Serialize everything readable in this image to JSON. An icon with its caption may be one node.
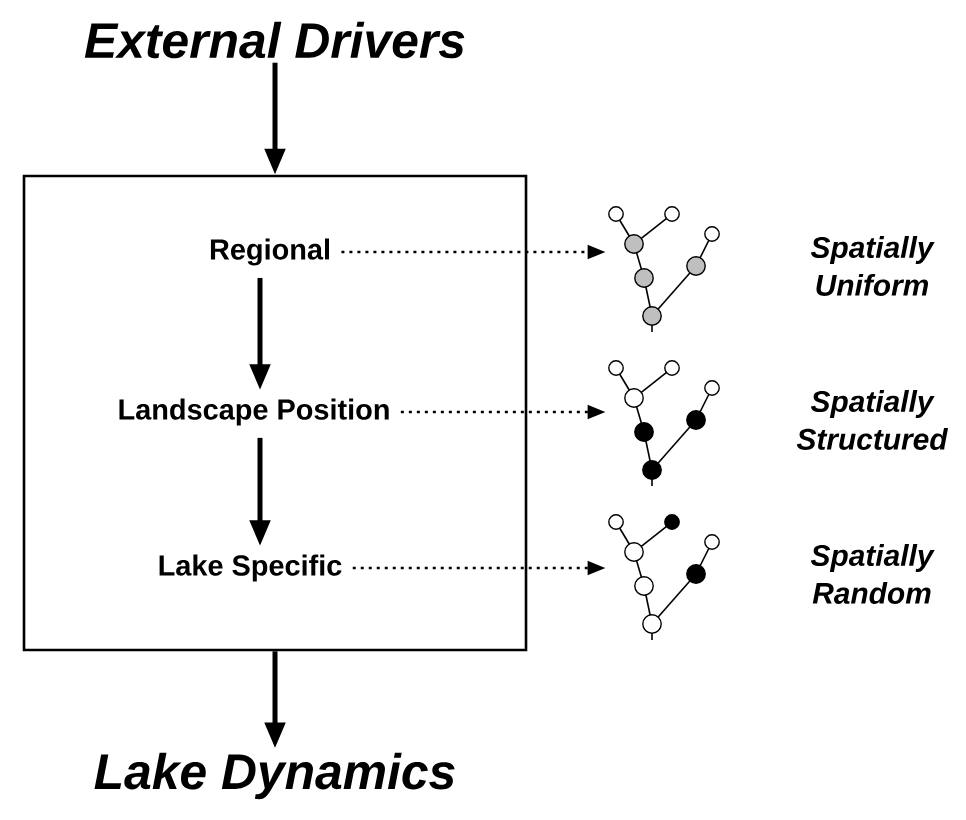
{
  "diagram": {
    "nodes": [
      {
        "text": [
          "External Drivers"
        ]
      },
      {
        "text": [],
        "shape": "box"
      },
      {
        "text": [
          "Regional"
        ],
        "in": 1
      },
      {
        "text": [
          "Landscape Position"
        ],
        "in": 1
      },
      {
        "text": [
          "Lake Specific"
        ],
        "in": 1
      },
      {
        "text": [],
        "shape": "picture",
        "beside": [
          "Spatially Uniform"
        ]
      },
      {
        "text": [],
        "shape": "picture",
        "beside": [
          "Spatially Structured"
        ]
      },
      {
        "text": [],
        "shape": "picture",
        "beside": [
          "Spatially Random"
        ]
      },
      {
        "text": [
          "Lake Dynamics"
        ]
      }
    ],
    "edges": [
      {
        "from": 0,
        "to": 1,
        "arrow": "to"
      },
      {
        "from": 2,
        "to": 3,
        "arrow": "to"
      },
      {
        "from": 3,
        "to": 4,
        "arrow": "to"
      },
      {
        "from": 1,
        "to": 8,
        "arrow": "to"
      },
      {
        "from": 2,
        "to": 5,
        "arrow": "to",
        "style": "dashed"
      },
      {
        "from": 3,
        "to": 6,
        "arrow": "to",
        "style": "dashed"
      },
      {
        "from": 4,
        "to": 7,
        "arrow": "to",
        "style": "dashed"
      }
    ]
  }
}
